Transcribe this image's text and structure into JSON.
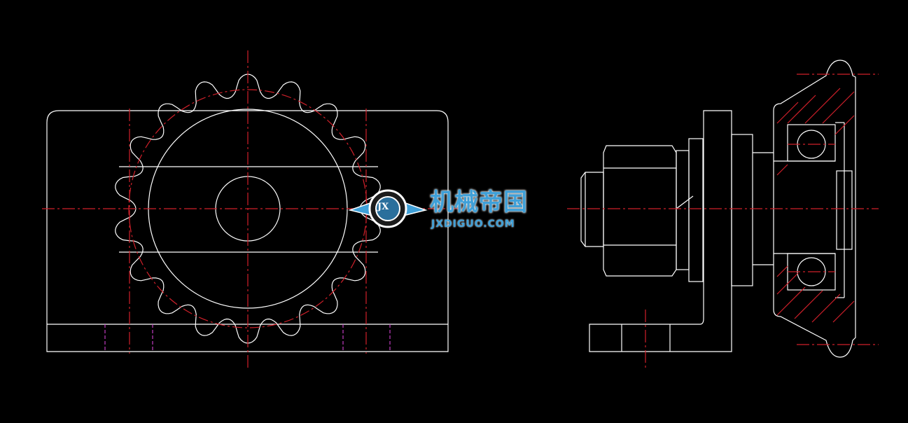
{
  "watermark": {
    "brand_cn": "机械帝国",
    "brand_url": "JXDIGUO.COM",
    "mark_letters": "JX",
    "primary_color": "#3fa0d8"
  },
  "drawing": {
    "background": "#000000",
    "outline_color": "#ffffff",
    "centerline_color": "#d0202a",
    "hidden_line_color": "#c03cc0",
    "sprocket_teeth": 18
  }
}
